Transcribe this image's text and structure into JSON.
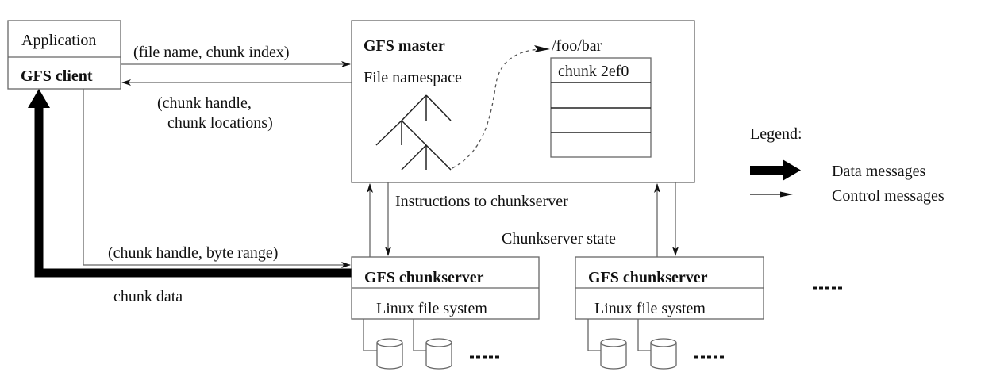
{
  "diagram": {
    "client": {
      "application_label": "Application",
      "client_label": "GFS client"
    },
    "master": {
      "title": "GFS master",
      "namespace_label": "File namespace",
      "path_label": "/foo/bar",
      "chunk_table": [
        "chunk 2ef0",
        "",
        "",
        ""
      ]
    },
    "messages": {
      "request": "(file name, chunk index)",
      "reply_line1": "(chunk handle,",
      "reply_line2": " chunk locations)",
      "instructions": "Instructions to chunkserver",
      "state": "Chunkserver state",
      "read_request": "(chunk handle, byte range)",
      "chunk_data": "chunk data"
    },
    "chunkservers": [
      {
        "title": "GFS chunkserver",
        "fs_label": "Linux file system",
        "more_disks": "....."
      },
      {
        "title": "GFS chunkserver",
        "fs_label": "Linux file system",
        "more_disks": "....."
      }
    ],
    "more_servers": ".....",
    "legend": {
      "title": "Legend:",
      "items": [
        {
          "label": "Data messages",
          "kind": "thick-arrow"
        },
        {
          "label": "Control messages",
          "kind": "thin-arrow"
        }
      ]
    }
  }
}
